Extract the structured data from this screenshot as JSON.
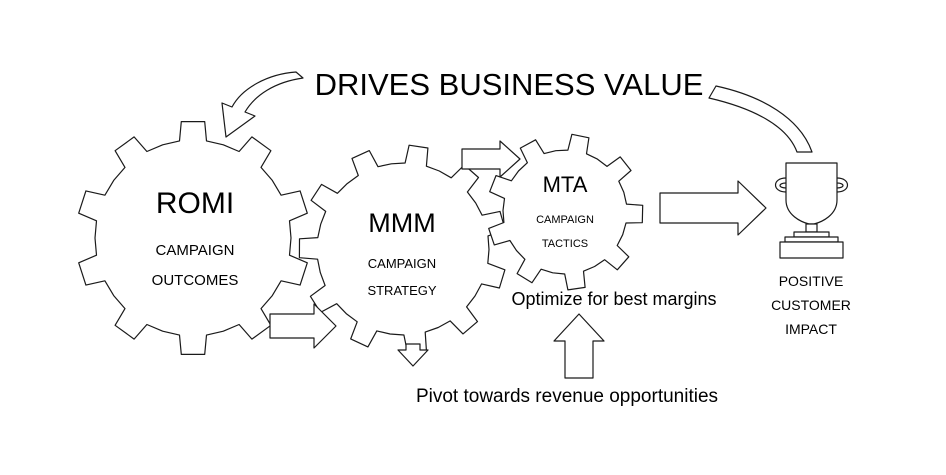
{
  "headline": "DRIVES BUSINESS VALUE",
  "gears": [
    {
      "title": "ROMI",
      "line1": "CAMPAIGN",
      "line2": "OUTCOMES"
    },
    {
      "title": "MMM",
      "line1": "CAMPAIGN",
      "line2": "STRATEGY"
    },
    {
      "title": "MTA",
      "line1": "CAMPAIGN",
      "line2": "TACTICS"
    }
  ],
  "outcome": {
    "line1": "POSITIVE",
    "line2": "CUSTOMER",
    "line3": "IMPACT"
  },
  "notes": {
    "optimize": "Optimize for best margins",
    "pivot": "Pivot towards revenue opportunities"
  },
  "icons": {
    "trophy": "trophy-icon",
    "arrow": "arrow-icon"
  }
}
